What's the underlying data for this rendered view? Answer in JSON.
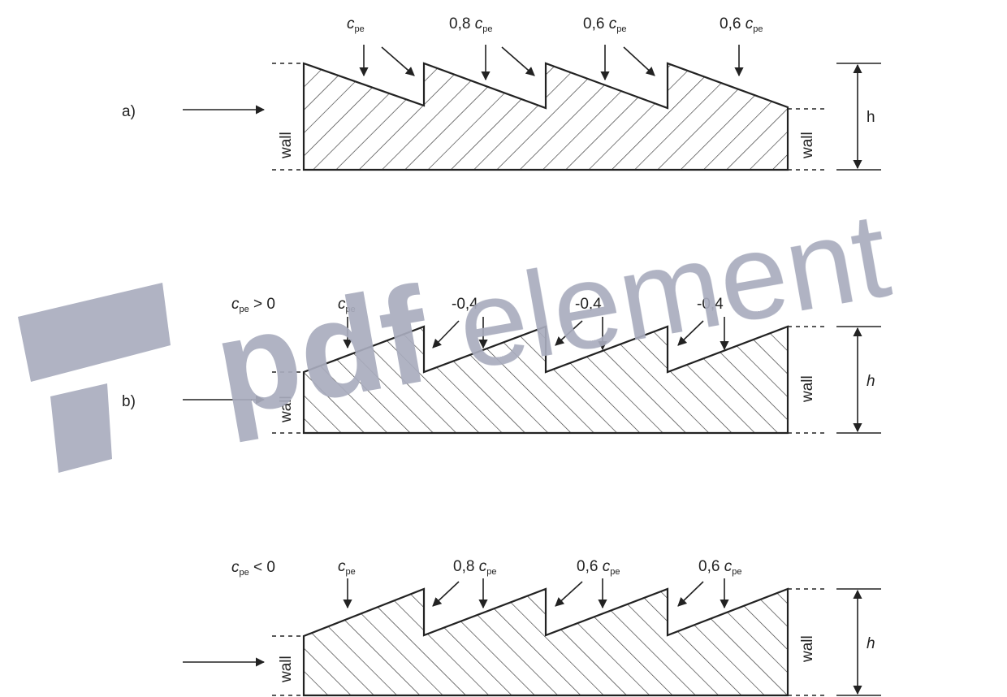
{
  "diagrams": [
    {
      "id": "a",
      "label": "a)",
      "wall_left": "wall",
      "wall_right": "wall",
      "height_label": "h",
      "height_italic": false,
      "sign_label": {
        "cpe": "",
        "rest": ""
      },
      "loads": [
        {
          "prefix": "",
          "symbol": "c",
          "subscript": "pe"
        },
        {
          "prefix": "0,8 ",
          "symbol": "c",
          "subscript": "pe"
        },
        {
          "prefix": "0,6 ",
          "symbol": "c",
          "subscript": "pe"
        },
        {
          "prefix": "0,6 ",
          "symbol": "c",
          "subscript": "pe"
        }
      ]
    },
    {
      "id": "b",
      "label": "b)",
      "wall_left": "wall",
      "wall_right": "wall",
      "height_label": "h",
      "height_italic": true,
      "sign_label": {
        "cpe": "pe",
        "rest": "> 0"
      },
      "loads": [
        {
          "prefix": "",
          "symbol": "c",
          "subscript": "pe"
        },
        {
          "prefix": "-0,4",
          "symbol": "",
          "subscript": ""
        },
        {
          "prefix": "-0,4",
          "symbol": "",
          "subscript": ""
        },
        {
          "prefix": "-0,4",
          "symbol": "",
          "subscript": ""
        }
      ]
    },
    {
      "id": "c",
      "label": "",
      "wall_left": "wall",
      "wall_right": "wall",
      "height_label": "h",
      "height_italic": true,
      "sign_label": {
        "cpe": "pe",
        "rest": "< 0"
      },
      "loads": [
        {
          "prefix": "",
          "symbol": "c",
          "subscript": "pe"
        },
        {
          "prefix": "0,8 ",
          "symbol": "c",
          "subscript": "pe"
        },
        {
          "prefix": "0,6 ",
          "symbol": "c",
          "subscript": "pe"
        },
        {
          "prefix": "0,6 ",
          "symbol": "c",
          "subscript": "pe"
        }
      ]
    }
  ],
  "watermark": {
    "text_bold": "pdf",
    "text_light": "element",
    "color": "#a9adbe"
  },
  "colors": {
    "line": "#222222",
    "watermark": "#a9adbe"
  }
}
